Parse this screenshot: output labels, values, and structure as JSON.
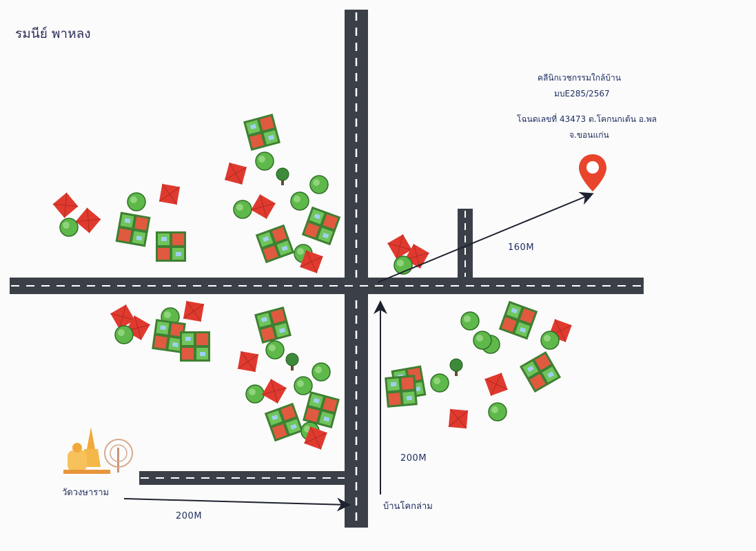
{
  "header": {
    "title": "รมนีย์ พาหลง"
  },
  "destination": {
    "line1": "คลีนิกเวชกรรมใกล้บ้าน",
    "line2": "มบE285/2567",
    "line3": "โฉนดเลขที่ 43473   ต.โคกนกเต้น อ.พล",
    "line4": "จ.ขอนแก่น",
    "icon": "location-pin-icon",
    "pin_color": "#e8452c"
  },
  "landmarks": {
    "temple_label": "วัดวงษาราม",
    "temple_icon": "temple-icon",
    "village_label": "บ้านโคกล่าม"
  },
  "distances": {
    "to_clinic": "160M",
    "village_to_junction": "200M",
    "temple_to_road": "200M"
  },
  "colors": {
    "road": "#3b3f47",
    "road_marking": "#ffffff",
    "house": "#e03a2f",
    "tree": "#5fb84a",
    "field": "#4f8f3c",
    "arrow": "#1e2230"
  }
}
